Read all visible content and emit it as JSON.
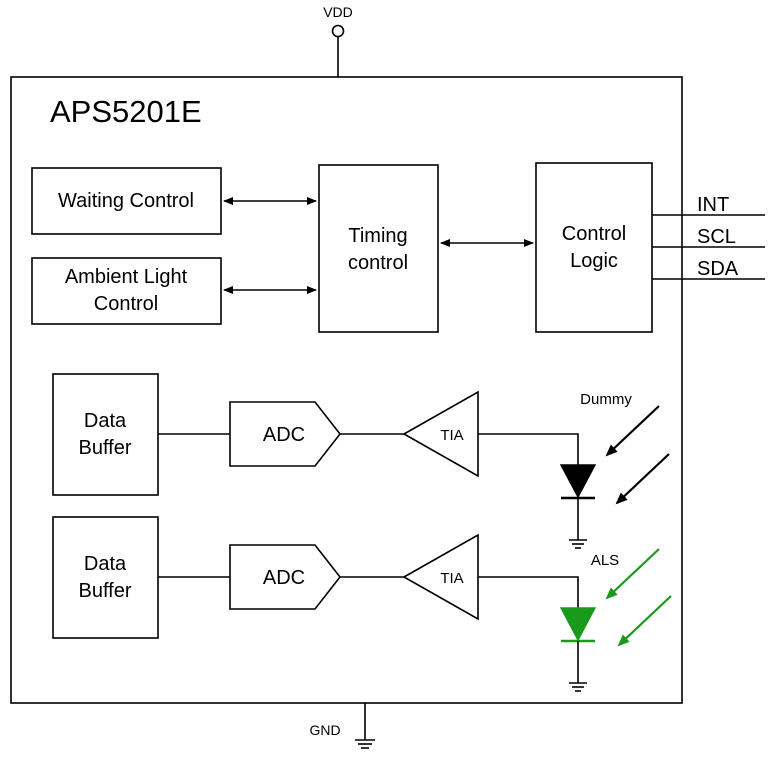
{
  "chip": {
    "name": "APS5201E"
  },
  "supply": {
    "vdd": "VDD",
    "gnd": "GND"
  },
  "blocks": {
    "waiting": [
      "Waiting Control"
    ],
    "ambient": [
      "Ambient Light",
      "Control"
    ],
    "timing": [
      "Timing",
      "control"
    ],
    "logic": [
      "Control",
      "Logic"
    ],
    "buffer1": [
      "Data",
      "Buffer"
    ],
    "buffer2": [
      "Data",
      "Buffer"
    ],
    "adc1": "ADC",
    "adc2": "ADC",
    "tia1": "TIA",
    "tia2": "TIA"
  },
  "pins": [
    "INT",
    "SCL",
    "SDA"
  ],
  "photodiodes": {
    "dummy": "Dummy",
    "als": "ALS"
  },
  "colors": {
    "line": "#000000",
    "als": "#1a9a1a"
  }
}
